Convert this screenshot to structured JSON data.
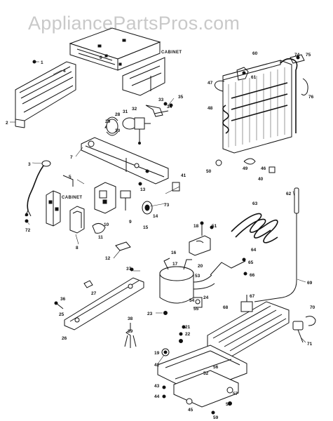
{
  "watermark": "AppliancePartsPros.com",
  "cabinet_labels": [
    "CABINET",
    "CABINET"
  ],
  "callouts": [
    "1",
    "2",
    "3",
    "4",
    "5",
    "6",
    "7",
    "8",
    "9",
    "10",
    "11",
    "12",
    "13",
    "14",
    "15",
    "16",
    "17",
    "18",
    "19",
    "20",
    "21",
    "22",
    "23",
    "24",
    "25",
    "26",
    "27",
    "28",
    "29",
    "30",
    "31",
    "32",
    "33",
    "34",
    "35",
    "36",
    "37",
    "38",
    "39",
    "40",
    "41",
    "42",
    "43",
    "44",
    "45",
    "46",
    "47",
    "48",
    "49",
    "50",
    "51",
    "52",
    "53",
    "54",
    "55",
    "56",
    "57",
    "58",
    "59",
    "60",
    "61",
    "62",
    "63",
    "64",
    "65",
    "66",
    "67",
    "68",
    "69",
    "70",
    "71",
    "72",
    "73",
    "74",
    "75",
    "76"
  ]
}
